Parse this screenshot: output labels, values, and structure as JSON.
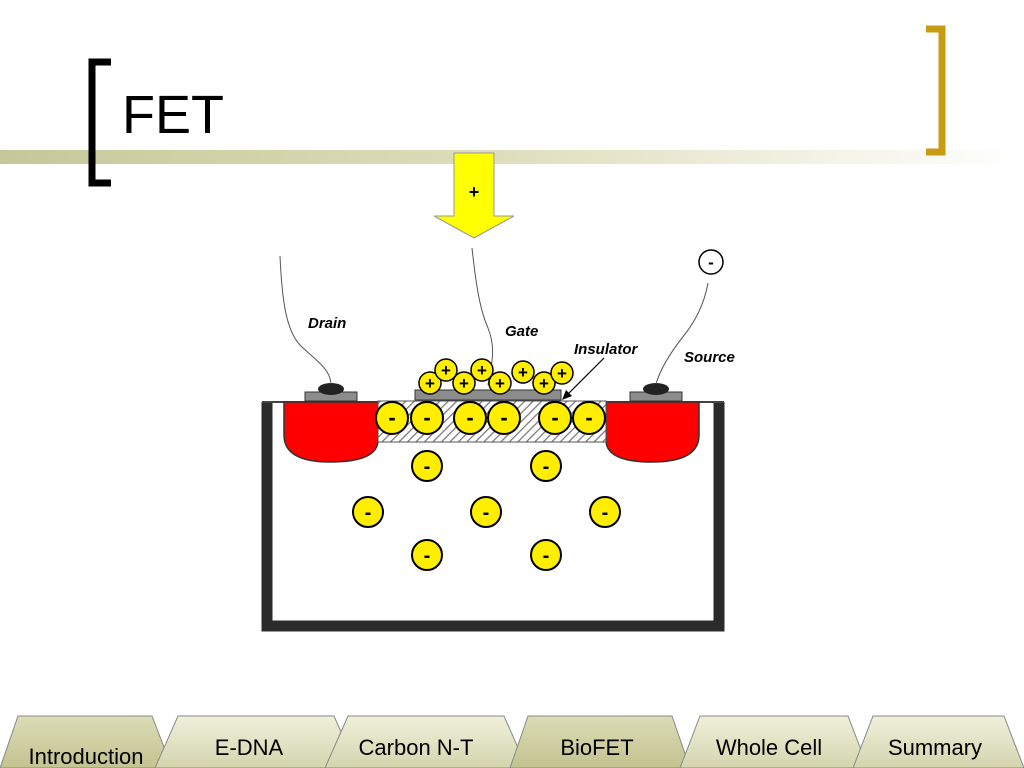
{
  "slide": {
    "title": "FET"
  },
  "diagram": {
    "labels": {
      "drain": "Drain",
      "gate": "Gate",
      "insulator": "Insulator",
      "source": "Source"
    },
    "gate_arrow_sign": "+",
    "source_sign": "-",
    "positive_charge": "+",
    "negative_charge": "-"
  },
  "nav": {
    "tabs": [
      {
        "label": "Introduction"
      },
      {
        "label": "E-DNA"
      },
      {
        "label": "Carbon N-T"
      },
      {
        "label": "BioFET"
      },
      {
        "label": "Whole Cell"
      },
      {
        "label": "Summary"
      }
    ]
  },
  "colors": {
    "accent_gold": "#c79b13",
    "charge_yellow": "#ffee00",
    "doped_red": "#ff0000",
    "arrow_yellow": "#ffff00",
    "tab_fill": "#dfe0c0",
    "tab_active_fill": "#cfd0a4"
  }
}
